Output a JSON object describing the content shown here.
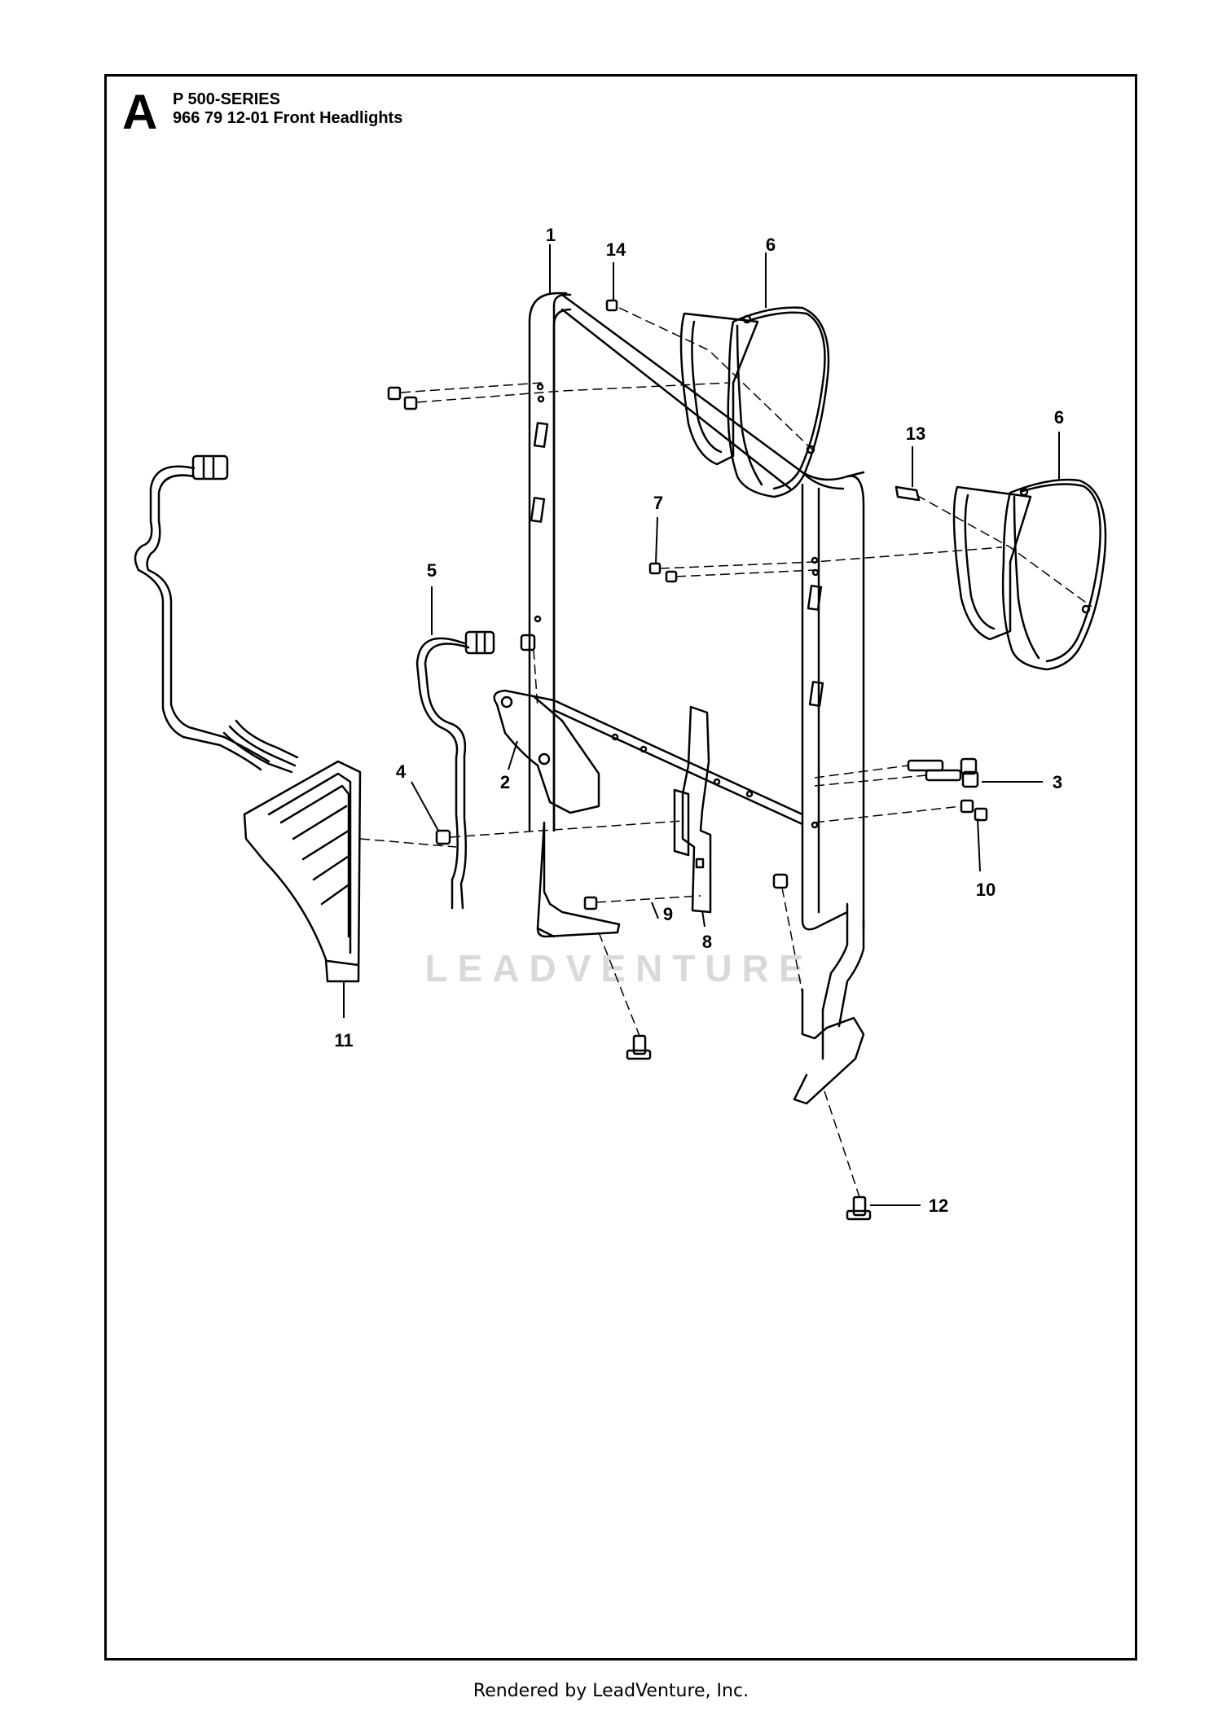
{
  "header": {
    "section": "A",
    "series": "P 500-SERIES",
    "part_title": "966 79 12-01 Front Headlights"
  },
  "callouts": [
    {
      "id": "c1",
      "label": "1"
    },
    {
      "id": "c2",
      "label": "2"
    },
    {
      "id": "c3",
      "label": "3"
    },
    {
      "id": "c4",
      "label": "4"
    },
    {
      "id": "c5",
      "label": "5"
    },
    {
      "id": "c6a",
      "label": "6"
    },
    {
      "id": "c6b",
      "label": "6"
    },
    {
      "id": "c7",
      "label": "7"
    },
    {
      "id": "c8",
      "label": "8"
    },
    {
      "id": "c9",
      "label": "9"
    },
    {
      "id": "c10",
      "label": "10"
    },
    {
      "id": "c11",
      "label": "11"
    },
    {
      "id": "c12",
      "label": "12"
    },
    {
      "id": "c13",
      "label": "13"
    },
    {
      "id": "c14",
      "label": "14"
    }
  ],
  "watermark": "LEADVENTURE",
  "footer": "Rendered by LeadVenture, Inc."
}
